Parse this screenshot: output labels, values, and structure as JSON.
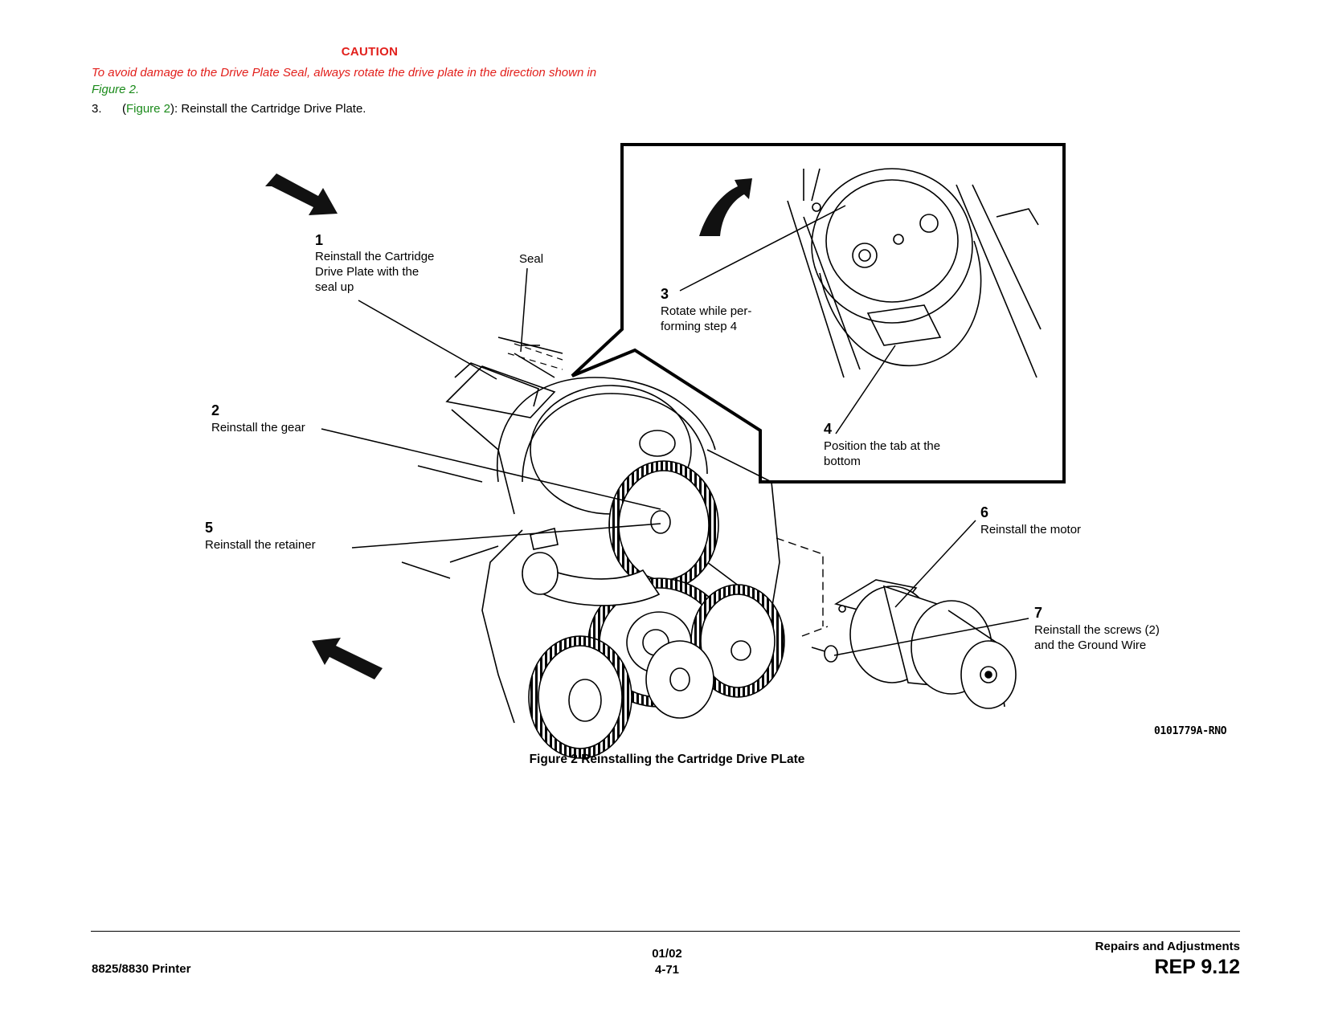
{
  "caution": {
    "title": "CAUTION",
    "text_main": "To avoid damage to the Drive Plate Seal, always rotate the drive plate in the direction shown in",
    "text_link": "Figure 2."
  },
  "step": {
    "number": "3.",
    "open_paren": "(",
    "link": "Figure 2",
    "text": "): Reinstall the Cartridge Drive Plate."
  },
  "figure": {
    "callouts": [
      {
        "num": "1",
        "lines": [
          "Reinstall the Cartridge",
          "Drive Plate with the",
          "seal up"
        ]
      },
      {
        "num": "2",
        "lines": [
          "Reinstall the gear"
        ]
      },
      {
        "num": "3",
        "lines": [
          "Rotate while per-",
          "forming step 4"
        ]
      },
      {
        "num": "4",
        "lines": [
          "Position the tab at the",
          "bottom"
        ]
      },
      {
        "num": "5",
        "lines": [
          "Reinstall the retainer"
        ]
      },
      {
        "num": "6",
        "lines": [
          "Reinstall the motor"
        ]
      },
      {
        "num": "7",
        "lines": [
          "Reinstall the screws (2)",
          "and the Ground Wire"
        ]
      }
    ],
    "seal_label": "Seal",
    "ref_code": "0101779A-RNO",
    "caption": "Figure 2 Reinstalling the Cartridge Drive PLate"
  },
  "footer": {
    "product": "8825/8830 Printer",
    "date": "01/02",
    "page": "4-71",
    "section": "Repairs and Adjustments",
    "procedure": "REP 9.12"
  }
}
